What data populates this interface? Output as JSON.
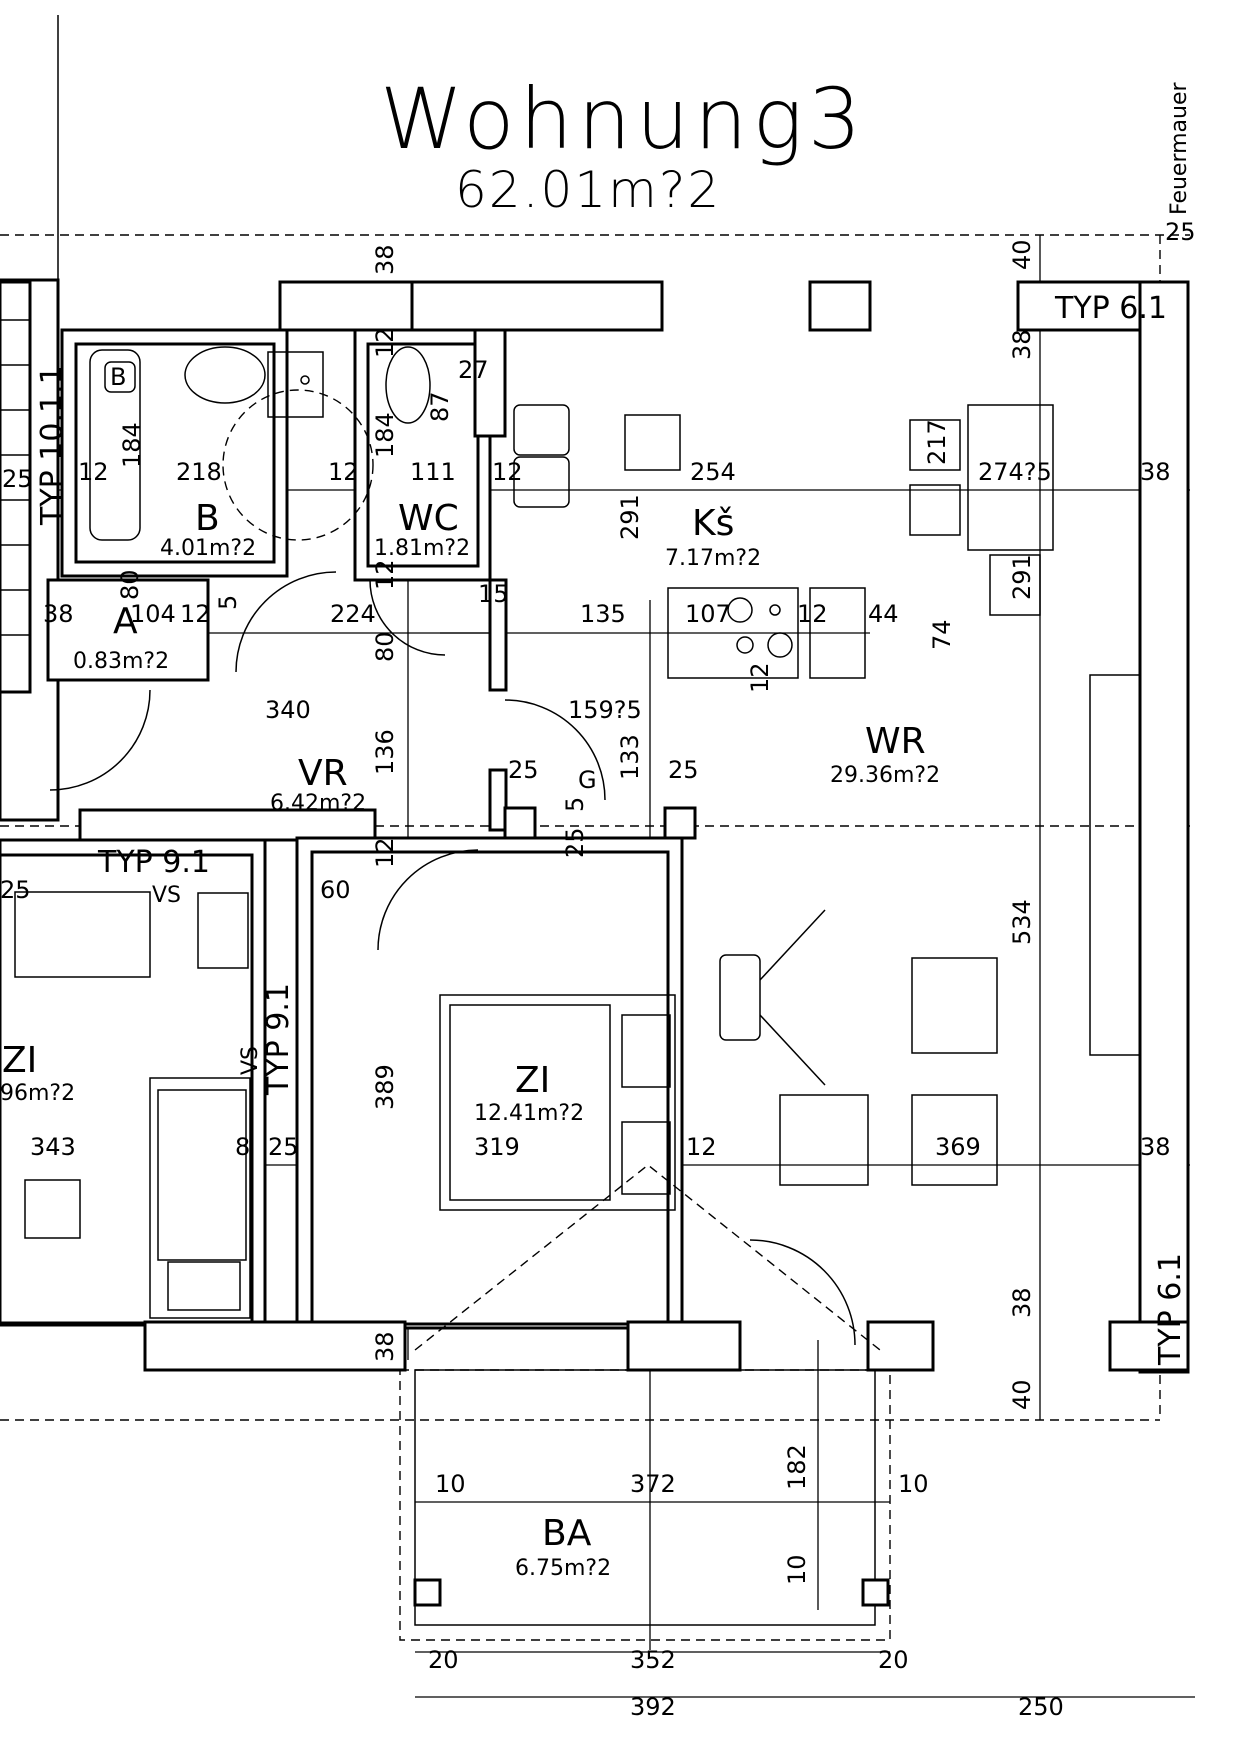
{
  "title": "Wohnung3",
  "total_area": "62.01m?2",
  "labels": {
    "feuermauer": "Feuermauer",
    "typ_61_top": "TYP 6.1",
    "typ_61_side": "TYP 6.1",
    "typ_1011": "TYP 10.1.1",
    "typ_91_h": "TYP 9.1",
    "typ_91_v": "TYP 9.1",
    "vs_1": "VS",
    "vs_2": "VS",
    "g": "G",
    "bath_b": "B"
  },
  "rooms": {
    "b": {
      "name": "B",
      "area": "4.01m?2"
    },
    "wc": {
      "name": "WC",
      "area": "1.81m?2"
    },
    "a": {
      "name": "A",
      "area": "0.83m?2"
    },
    "ks": {
      "name": "Kš",
      "area": "7.17m?2"
    },
    "wr": {
      "name": "WR",
      "area": "29.36m?2"
    },
    "vr": {
      "name": "VR",
      "area": "6.42m?2"
    },
    "zi": {
      "name": "ZI",
      "area": "12.41m?2"
    },
    "zi_left": {
      "name": "ZI",
      "area": "96m?2"
    },
    "ba": {
      "name": "BA",
      "area": "6.75m?2"
    }
  },
  "dims": {
    "d38_top": "38",
    "d40_top": "40",
    "d25_top": "25",
    "d38_right_top": "38",
    "d12_wc_top": "12",
    "d27": "27",
    "d87": "87",
    "d184_b": "184",
    "d184_wc": "184",
    "d12_left": "12",
    "d218": "218",
    "d12_mid": "12",
    "d111": "111",
    "d12_k": "12",
    "d254": "254",
    "d217": "217",
    "d274_5": "274?5",
    "d38_right": "38",
    "d25_left": "25",
    "d291_k": "291",
    "d291_wr": "291",
    "d80_a": "80",
    "d5_a": "5",
    "d12_wc": "12",
    "d15": "15",
    "d38_a": "38",
    "d104": "104",
    "d12_a": "12",
    "d224": "224",
    "d135": "135",
    "d107": "107",
    "d12_e": "12",
    "d44": "44",
    "d74": "74",
    "d80_vr": "80",
    "d12_stove": "12",
    "d340": "340",
    "d159_5": "159?5",
    "d136": "136",
    "d133": "133",
    "d25_g": "25",
    "d25_g2": "25",
    "d5_g": "5",
    "d25_v": "25",
    "d60": "60",
    "d12_zi": "12",
    "d25_zi_left": "25",
    "d534": "534",
    "d389": "389",
    "d343": "343",
    "d8": "8",
    "d25_mid": "25",
    "d319": "319",
    "d12_zi_r": "12",
    "d369": "369",
    "d38_wr_r": "38",
    "d38_wr_b": "38",
    "d38_zi_b": "38",
    "d40_bot": "40",
    "d10_l": "10",
    "d372": "372",
    "d182": "182",
    "d10_r": "10",
    "d10_bot": "10",
    "d20_l": "20",
    "d352": "352",
    "d20_r": "20",
    "d392": "392",
    "d250": "250"
  }
}
